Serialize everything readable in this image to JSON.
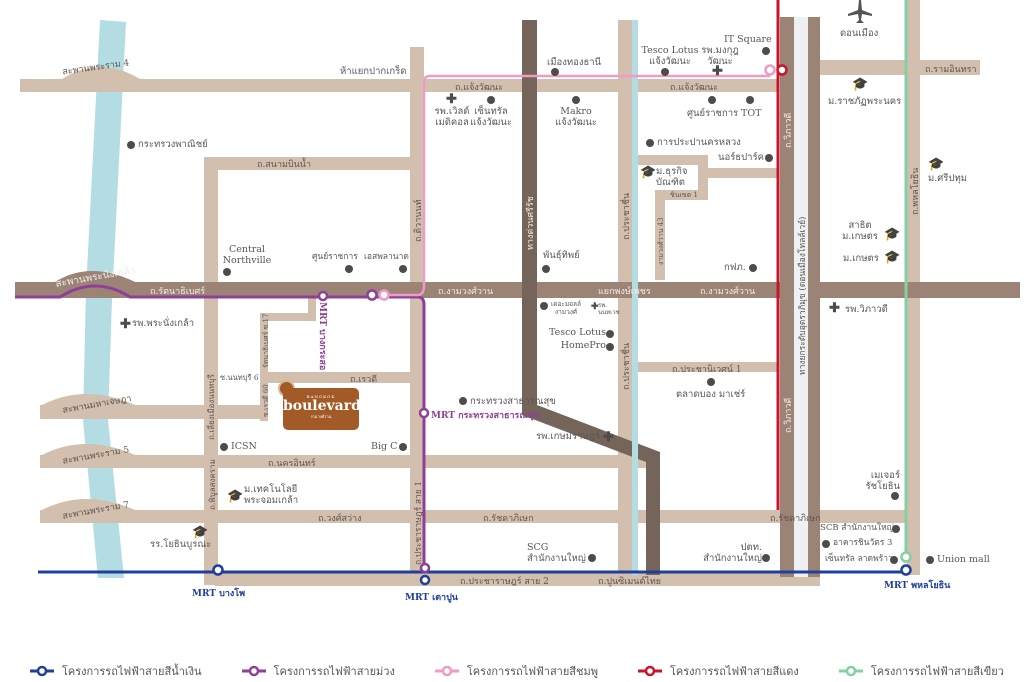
{
  "colors": {
    "road_light": "#d3bfae",
    "road_dark": "#9b8475",
    "road_darkest": "#756459",
    "river": "#b3dde3",
    "blue_line": "#1f3f9a",
    "purple_line": "#8e3f98",
    "pink_line": "#ee9cc7",
    "red_line": "#c7162b",
    "green_line": "#86cfa3",
    "project": "#a25b27"
  },
  "bridges": {
    "rama4": "สะพานพระราม 4",
    "pinklao": "สะพานพระนั่งเกล้า",
    "mahachesada": "สะพานมหาเจษฎา",
    "rama5": "สะพานพระราม 5",
    "rama7": "สะพานพระราม 7"
  },
  "roads": {
    "chaengwattana_left": "ถ.แจ้งวัฒนะ",
    "chaengwattana_right": "ถ.แจ้งวัฒนะ",
    "ramintra": "ถ.รามอินทรา",
    "sanambinnam": "ถ.สนามบินน้ำ",
    "tiwanon": "ถ.ติวานนท์",
    "rattanathibet": "ถ.รัตนาธิเบศร์",
    "ngamwongwan_1": "ถ.งามวงศ์วาน",
    "ngamwongwan_2": "ถ.งามวงศ์วาน",
    "phong_phet": "แยกพงษ์เพชร",
    "vibhavadi_1": "ถ.วิภาวดี",
    "vibhavadi_2": "ถ.วิภาวดี",
    "tollway_1": "ทางยกระดับอุตราภิมุข (ดอนเมืองโทลล์เวย์)",
    "phahonyothin": "ถ.พหลโยธิน",
    "prachachuen": "ถ.ประชาชื่น",
    "chaengwattana43": "งามวงศ์วาน 43",
    "chinkhet1": "ชินเขต 1",
    "expressway": "ทางด่วนศรีรัช",
    "rattanathibet17": "รัตนาธิเบศร์ ซ.17",
    "nonthaburi6": "ซ.นนทบุรี 6",
    "rewadi60": "ซ.เรวดี 60",
    "rewadi": "ถ.เรวดี",
    "liang_mueang": "ถ.เลี่ยงเมืองนนทบุรี",
    "nakhon_in": "ถ.นครอินทร์",
    "phibun": "ถ.พิบูลสงคราม",
    "wongsawang": "ถ.วงศ์สว่าง",
    "ratchadaphisek_1": "ถ.รัชดาภิเษก",
    "ratchadaphisek_2": "ถ.รัชดาภิเษก",
    "pracharat1": "ถ.ประชาราษฎร์ สาย 1",
    "pracharat2": "ถ.ประชาราษฎร์ สาย 2",
    "prachaniwet1": "ถ.ประชานิเวศน์ 1",
    "puncement": "ถ.ปูนซิเมนต์ไทย"
  },
  "places": {
    "pak_kret": "ห้าแยกปากเกร็ด",
    "commerce": "กระทรวงพาณิชย์",
    "world_medical": "รพ.เวิลด์ เมดิคอล",
    "central_cw": "เซ็นทรัล แจ้งวัฒนะ",
    "muang_thong": "เมืองทองธานี",
    "makro": "Makro แจ้งวัฒนะ",
    "tesco_cw": "Tesco Lotus แจ้งวัฒนะ",
    "mongkut": "รพ.มงกุฎ วัฒนะ",
    "it_square": "IT Square",
    "gov_center_2": "ศูนย์ราชการ",
    "tot": "TOT",
    "mwa": "การประปานครหลวง",
    "northpark": "นอร์ธปาร์ค",
    "dpu": "ม.ธุรกิจ บัณฑิต",
    "don_mueang": "ดอนเมือง",
    "rajabhat": "ม.ราชภัฏพระนคร",
    "sripatum": "ม.ศรีปทุม",
    "ku_satit": "สาธิต ม.เกษตร",
    "ku": "ม.เกษตร",
    "egat": "กฟภ.",
    "phanthip": "พันธุ์ทิพย์",
    "central_northville": "Central Northville",
    "gov_center_1": "ศูนย์ราชการ",
    "esplanade": "เอสพลานาด",
    "pinklao_hosp": "รพ.พระนั่งเกล้า",
    "mall_ngamwong": "เดอะมอลล์ งามวงศ์",
    "nonthavej": "รพ. นนทเวช",
    "tesco_homepro": "Tesco Lotus HomePro",
    "bong_market": "ตลาดบอง มาเช่ร์",
    "vibhavadi_hosp": "รพ.วิภาวดี",
    "public_health": "กระทรวงสาธารณสุข",
    "kasemrad": "รพ.เกษมราษฎร์",
    "icsn": "ICSN",
    "bigc": "Big C",
    "kmitl": "ม.เทคโนโลยี พระจอมเกล้า",
    "yothin": "รร.โยธินบูรณะ",
    "scg": "SCG สำนักงานใหญ่",
    "ptt": "ปตท. สำนักงานใหญ่",
    "major": "เมเจอร์ รัชโยธิน",
    "scb": "SCB สำนักงานใหญ่",
    "chinawat": "อาคารชินวัตร 3",
    "central_lat": "เซ็นทรัล ลาดพร้าว",
    "union_mall": "Union mall"
  },
  "stations": {
    "bang_krasor": "MRT บางกระสอ",
    "public_health": "MRT กระทรวงสาธารณสุข",
    "bang_pho": "MRT บางโพ",
    "tao_poon": "MRT เตาปูน",
    "phahon": "MRT พหลโยธิน"
  },
  "project": {
    "brand_top": "BANGKOK",
    "brand": "boulevard",
    "brand_sub": "งามวงศ์วาน"
  },
  "legend": [
    {
      "label": "โครงการรถไฟฟ้าสายสีน้ำเงิน",
      "color": "#1f3f9a"
    },
    {
      "label": "โครงการรถไฟฟ้าสายม่วง",
      "color": "#8e3f98"
    },
    {
      "label": "โครงการรถไฟฟ้าสายสีชมพู",
      "color": "#ee9cc7"
    },
    {
      "label": "โครงการรถไฟฟ้าสายสีแดง",
      "color": "#c7162b"
    },
    {
      "label": "โครงการรถไฟฟ้าสายสีเขียว",
      "color": "#86cfa3"
    }
  ],
  "icons": [
    "airplane-icon",
    "graduation-cap-icon",
    "hospital-cross-icon",
    "place-dot-icon",
    "station-ring-icon"
  ]
}
